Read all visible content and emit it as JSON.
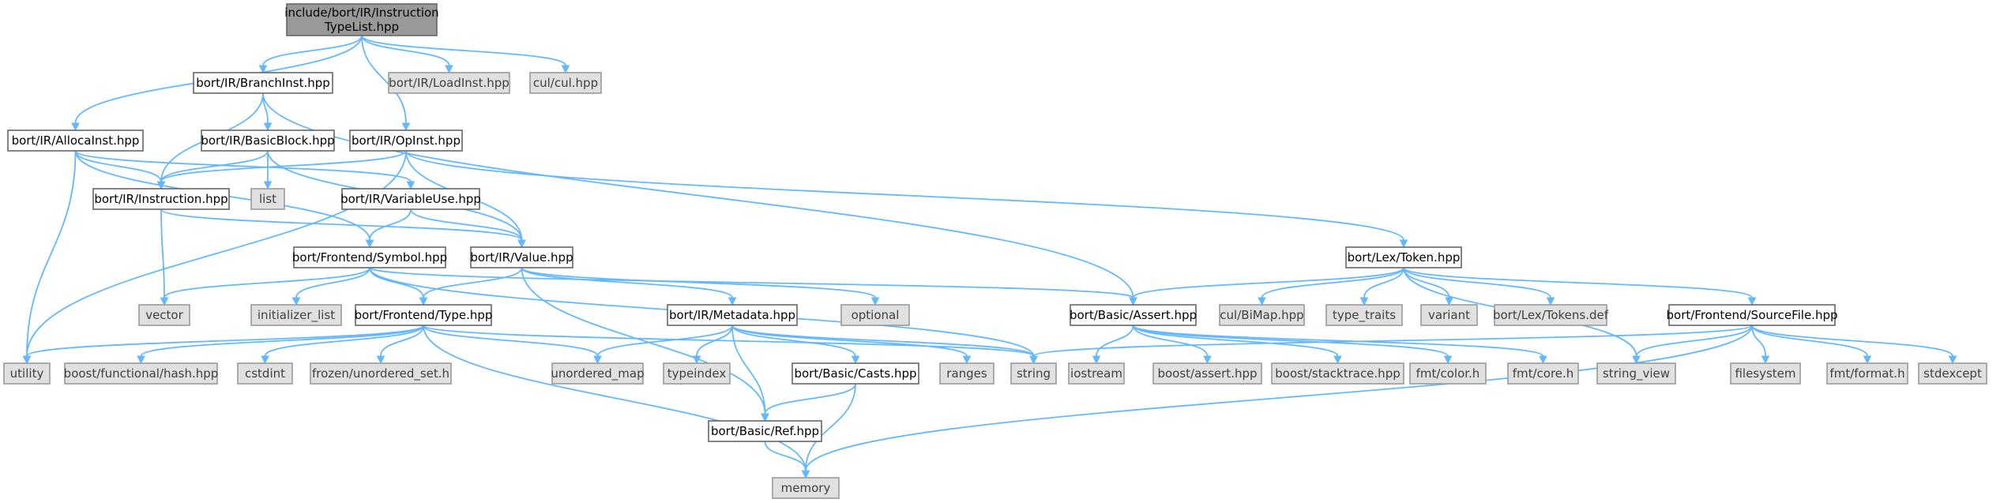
{
  "graph": {
    "title": "include/bort/IR/InstructionTypeList.hpp",
    "colors": {
      "edge": "#63b8ff",
      "root_fill": "#999999",
      "documented_fill": "#ffffff",
      "system_fill": "#e0e0e0"
    },
    "nodes": [
      {
        "id": "root",
        "kind": "root",
        "lines": [
          "include/bort/IR/Instruction",
          "TypeList.hpp"
        ]
      },
      {
        "id": "branchinst",
        "kind": "doc",
        "lines": [
          "bort/IR/BranchInst.hpp"
        ]
      },
      {
        "id": "loadinst",
        "kind": "sys",
        "lines": [
          "bort/IR/LoadInst.hpp"
        ]
      },
      {
        "id": "cul",
        "kind": "sys",
        "lines": [
          "cul/cul.hpp"
        ]
      },
      {
        "id": "allocainst",
        "kind": "doc",
        "lines": [
          "bort/IR/AllocaInst.hpp"
        ]
      },
      {
        "id": "basicblock",
        "kind": "doc",
        "lines": [
          "bort/IR/BasicBlock.hpp"
        ]
      },
      {
        "id": "opinst",
        "kind": "doc",
        "lines": [
          "bort/IR/OpInst.hpp"
        ]
      },
      {
        "id": "instruction",
        "kind": "doc",
        "lines": [
          "bort/IR/Instruction.hpp"
        ]
      },
      {
        "id": "list",
        "kind": "sys",
        "lines": [
          "list"
        ]
      },
      {
        "id": "variableuse",
        "kind": "doc",
        "lines": [
          "bort/IR/VariableUse.hpp"
        ]
      },
      {
        "id": "symbol",
        "kind": "doc",
        "lines": [
          "bort/Frontend/Symbol.hpp"
        ]
      },
      {
        "id": "value",
        "kind": "doc",
        "lines": [
          "bort/IR/Value.hpp"
        ]
      },
      {
        "id": "token",
        "kind": "doc",
        "lines": [
          "bort/Lex/Token.hpp"
        ]
      },
      {
        "id": "vector",
        "kind": "sys",
        "lines": [
          "vector"
        ]
      },
      {
        "id": "initlist",
        "kind": "sys",
        "lines": [
          "initializer_list"
        ]
      },
      {
        "id": "type",
        "kind": "doc",
        "lines": [
          "bort/Frontend/Type.hpp"
        ]
      },
      {
        "id": "metadata",
        "kind": "doc",
        "lines": [
          "bort/IR/Metadata.hpp"
        ]
      },
      {
        "id": "optional",
        "kind": "sys",
        "lines": [
          "optional"
        ]
      },
      {
        "id": "assert",
        "kind": "doc",
        "lines": [
          "bort/Basic/Assert.hpp"
        ]
      },
      {
        "id": "bimap",
        "kind": "sys",
        "lines": [
          "cul/BiMap.hpp"
        ]
      },
      {
        "id": "typetraits",
        "kind": "sys",
        "lines": [
          "type_traits"
        ]
      },
      {
        "id": "variant",
        "kind": "sys",
        "lines": [
          "variant"
        ]
      },
      {
        "id": "tokensdef",
        "kind": "sys",
        "lines": [
          "bort/Lex/Tokens.def"
        ]
      },
      {
        "id": "sourcefile",
        "kind": "doc",
        "lines": [
          "bort/Frontend/SourceFile.hpp"
        ]
      },
      {
        "id": "utility",
        "kind": "sys",
        "lines": [
          "utility"
        ]
      },
      {
        "id": "hash",
        "kind": "sys",
        "lines": [
          "boost/functional/hash.hpp"
        ]
      },
      {
        "id": "cstdint",
        "kind": "sys",
        "lines": [
          "cstdint"
        ]
      },
      {
        "id": "frozen",
        "kind": "sys",
        "lines": [
          "frozen/unordered_set.h"
        ]
      },
      {
        "id": "unorderedmap",
        "kind": "sys",
        "lines": [
          "unordered_map"
        ]
      },
      {
        "id": "typeindex",
        "kind": "sys",
        "lines": [
          "typeindex"
        ]
      },
      {
        "id": "casts",
        "kind": "doc",
        "lines": [
          "bort/Basic/Casts.hpp"
        ]
      },
      {
        "id": "ranges",
        "kind": "sys",
        "lines": [
          "ranges"
        ]
      },
      {
        "id": "string",
        "kind": "sys",
        "lines": [
          "string"
        ]
      },
      {
        "id": "iostream",
        "kind": "sys",
        "lines": [
          "iostream"
        ]
      },
      {
        "id": "boostassert",
        "kind": "sys",
        "lines": [
          "boost/assert.hpp"
        ]
      },
      {
        "id": "stacktrace",
        "kind": "sys",
        "lines": [
          "boost/stacktrace.hpp"
        ]
      },
      {
        "id": "fmtcolor",
        "kind": "sys",
        "lines": [
          "fmt/color.h"
        ]
      },
      {
        "id": "fmtcore",
        "kind": "sys",
        "lines": [
          "fmt/core.h"
        ]
      },
      {
        "id": "stringview",
        "kind": "sys",
        "lines": [
          "string_view"
        ]
      },
      {
        "id": "filesystem",
        "kind": "sys",
        "lines": [
          "filesystem"
        ]
      },
      {
        "id": "fmtformat",
        "kind": "sys",
        "lines": [
          "fmt/format.h"
        ]
      },
      {
        "id": "stdexcept",
        "kind": "sys",
        "lines": [
          "stdexcept"
        ]
      },
      {
        "id": "ref",
        "kind": "doc",
        "lines": [
          "bort/Basic/Ref.hpp"
        ]
      },
      {
        "id": "memory",
        "kind": "sys",
        "lines": [
          "memory"
        ]
      }
    ],
    "edges": [
      [
        "root",
        "allocainst"
      ],
      [
        "root",
        "branchinst"
      ],
      [
        "root",
        "opinst"
      ],
      [
        "root",
        "loadinst"
      ],
      [
        "root",
        "cul"
      ],
      [
        "branchinst",
        "instruction"
      ],
      [
        "branchinst",
        "basicblock"
      ],
      [
        "branchinst",
        "assert"
      ],
      [
        "allocainst",
        "instruction"
      ],
      [
        "allocainst",
        "symbol"
      ],
      [
        "allocainst",
        "variableuse"
      ],
      [
        "allocainst",
        "utility"
      ],
      [
        "basicblock",
        "instruction"
      ],
      [
        "basicblock",
        "list"
      ],
      [
        "basicblock",
        "value"
      ],
      [
        "opinst",
        "instruction"
      ],
      [
        "opinst",
        "value"
      ],
      [
        "opinst",
        "token"
      ],
      [
        "opinst",
        "utility"
      ],
      [
        "instruction",
        "vector"
      ],
      [
        "instruction",
        "value"
      ],
      [
        "variableuse",
        "symbol"
      ],
      [
        "variableuse",
        "value"
      ],
      [
        "symbol",
        "vector"
      ],
      [
        "symbol",
        "initlist"
      ],
      [
        "symbol",
        "type"
      ],
      [
        "symbol",
        "string"
      ],
      [
        "symbol",
        "assert"
      ],
      [
        "value",
        "type"
      ],
      [
        "value",
        "metadata"
      ],
      [
        "value",
        "optional"
      ],
      [
        "value",
        "ref"
      ],
      [
        "token",
        "assert"
      ],
      [
        "token",
        "bimap"
      ],
      [
        "token",
        "typetraits"
      ],
      [
        "token",
        "variant"
      ],
      [
        "token",
        "tokensdef"
      ],
      [
        "token",
        "sourcefile"
      ],
      [
        "token",
        "stringview"
      ],
      [
        "type",
        "utility"
      ],
      [
        "type",
        "hash"
      ],
      [
        "type",
        "cstdint"
      ],
      [
        "type",
        "frozen"
      ],
      [
        "type",
        "unorderedmap"
      ],
      [
        "type",
        "string"
      ],
      [
        "type",
        "memory"
      ],
      [
        "metadata",
        "unorderedmap"
      ],
      [
        "metadata",
        "typeindex"
      ],
      [
        "metadata",
        "casts"
      ],
      [
        "metadata",
        "ranges"
      ],
      [
        "metadata",
        "string"
      ],
      [
        "metadata",
        "ref"
      ],
      [
        "assert",
        "iostream"
      ],
      [
        "assert",
        "boostassert"
      ],
      [
        "assert",
        "stacktrace"
      ],
      [
        "assert",
        "fmtcolor"
      ],
      [
        "assert",
        "fmtcore"
      ],
      [
        "sourcefile",
        "string"
      ],
      [
        "sourcefile",
        "stringview"
      ],
      [
        "sourcefile",
        "filesystem"
      ],
      [
        "sourcefile",
        "fmtformat"
      ],
      [
        "sourcefile",
        "stdexcept"
      ],
      [
        "sourcefile",
        "memory"
      ],
      [
        "casts",
        "ref"
      ],
      [
        "casts",
        "memory"
      ],
      [
        "ref",
        "memory"
      ]
    ]
  }
}
